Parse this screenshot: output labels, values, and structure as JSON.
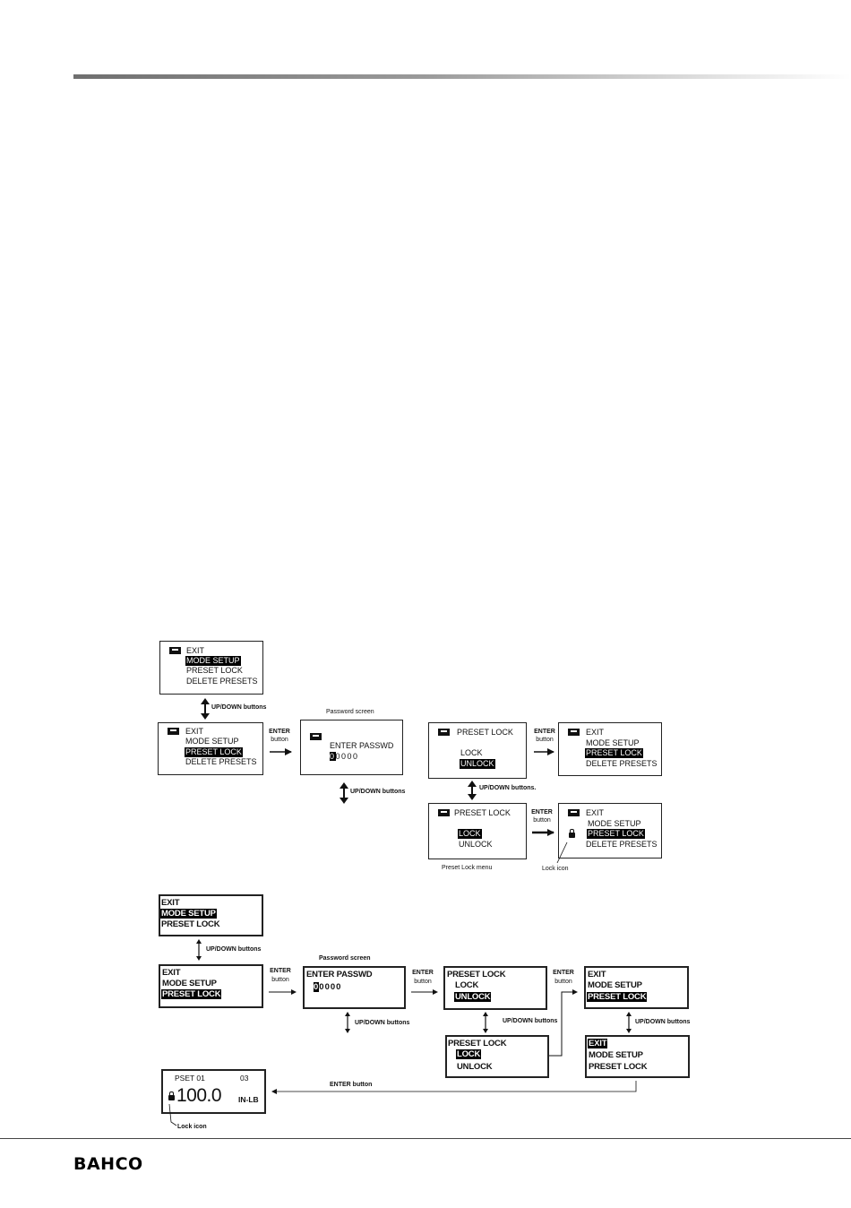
{
  "brand": {
    "logo": "BAHCO"
  },
  "flow1": {
    "screen_a": {
      "lines": [
        "EXIT",
        "MODE SETUP",
        "PRESET LOCK",
        "DELETE PRESETS"
      ]
    },
    "screen_b": {
      "lines": [
        "EXIT",
        "MODE SETUP",
        "PRESET LOCK",
        "DELETE PRESETS"
      ]
    },
    "password": {
      "caption": "Password screen",
      "title": "ENTER PASSWD",
      "value": "00000",
      "cursor_digit": "0",
      "rest_digits": "0000"
    },
    "preset_unlock": {
      "title": "PRESET LOCK",
      "opt1": "LOCK",
      "opt2": "UNLOCK"
    },
    "preset_lock": {
      "title": "PRESET LOCK",
      "opt1": "LOCK",
      "opt2": "UNLOCK",
      "caption": "Preset Lock menu"
    },
    "result_unlock": {
      "lines": [
        "EXIT",
        "MODE SETUP",
        "PRESET LOCK",
        "DELETE PRESETS"
      ]
    },
    "result_lock": {
      "lines": [
        "EXIT",
        "MODE SETUP",
        "PRESET LOCK",
        "DELETE PRESETS"
      ],
      "caption": "Lock icon"
    },
    "labels": {
      "updown_1": "UP/DOWN buttons",
      "updown_2": "UP/DOWN buttons",
      "updown_3": "UP/DOWN buttons.",
      "enter_1a": "ENTER",
      "enter_1b": "button",
      "enter_2a": "ENTER",
      "enter_2b": "button",
      "enter_3a": "ENTER",
      "enter_3b": "button"
    }
  },
  "flow2": {
    "screen_a": {
      "lines": [
        "EXIT",
        "MODE SETUP",
        "PRESET LOCK"
      ]
    },
    "screen_b": {
      "lines": [
        "EXIT",
        "MODE SETUP",
        "PRESET LOCK"
      ]
    },
    "password": {
      "caption": "Password screen",
      "title": "ENTER PASSWD",
      "cursor_digit": "0",
      "rest_digits": "0000"
    },
    "preset_unlock": {
      "title": "PRESET LOCK",
      "opt1": "LOCK",
      "opt2": "UNLOCK"
    },
    "preset_lock": {
      "title": "PRESET LOCK",
      "opt1": "LOCK",
      "opt2": "UNLOCK"
    },
    "result_top": {
      "lines": [
        "EXIT",
        "MODE SETUP",
        "PRESET LOCK"
      ]
    },
    "result_bottom": {
      "lines": [
        "EXIT",
        "MODE SETUP",
        "PRESET LOCK"
      ]
    },
    "main": {
      "pset": "PSET 01",
      "num": "03",
      "value": "100.0",
      "unit": "IN-LB",
      "caption": "Lock icon"
    },
    "labels": {
      "updown_1": "UP/DOWN buttons",
      "updown_2": "UP/DOWN buttons",
      "updown_3": "UP/DOWN buttons",
      "updown_4": "UP/DOWN buttons",
      "enter_1a": "ENTER",
      "enter_1b": "button",
      "enter_2a": "ENTER",
      "enter_2b": "button",
      "enter_3a": "ENTER",
      "enter_3b": "button",
      "enter_long": "ENTER button"
    }
  }
}
